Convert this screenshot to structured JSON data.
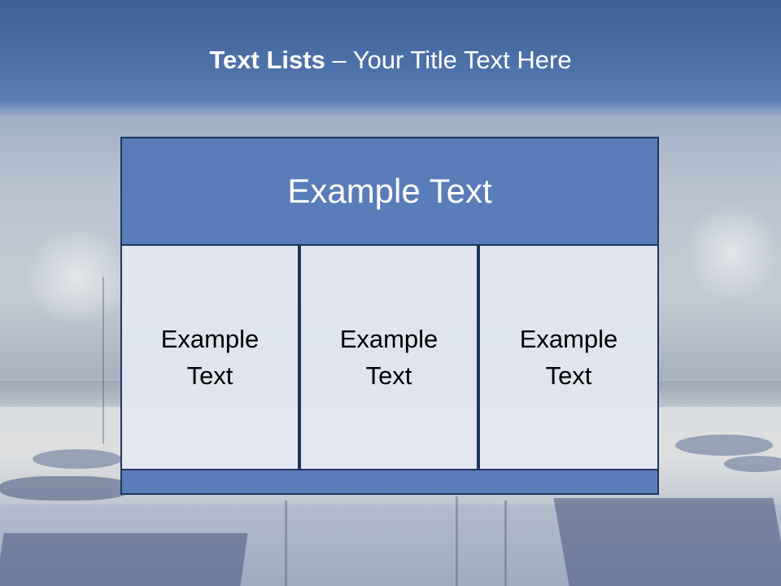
{
  "slide": {
    "title_bold": "Text Lists",
    "title_rest": "– Your Title Text Here"
  },
  "diagram": {
    "header": "Example Text",
    "columns": [
      "Example\nText",
      "Example\nText",
      "Example\nText"
    ]
  },
  "colors": {
    "header_fill": "#5a7cb9",
    "cell_fill": "#e1e6f0",
    "border": "#1f355c",
    "title_text": "#ffffff"
  }
}
